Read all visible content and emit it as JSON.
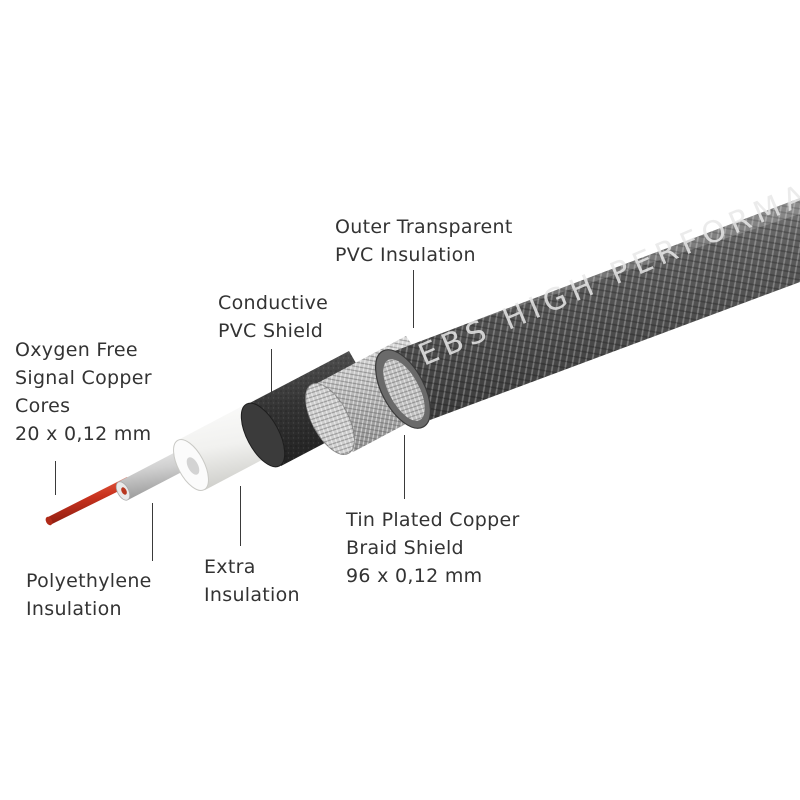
{
  "labels": {
    "outer_jacket": {
      "lines": [
        "Outer Transparent",
        "PVC Insulation"
      ]
    },
    "conductive_shield": {
      "lines": [
        "Conductive",
        "PVC Shield"
      ]
    },
    "signal_core": {
      "lines": [
        "Oxygen Free",
        "Signal Copper",
        "Cores",
        "20 x 0,12 mm"
      ]
    },
    "braid_shield": {
      "lines": [
        "Tin Plated Copper",
        "Braid Shield",
        "96 x 0,12 mm"
      ]
    },
    "extra_insulation": {
      "lines": [
        "Extra",
        "Insulation"
      ]
    },
    "polyethylene": {
      "lines": [
        "Polyethylene",
        "Insulation"
      ]
    }
  },
  "cable_print": "EBS HIGH PERFORMANCE",
  "colors": {
    "jacket": "#5a5a5a",
    "braid": "#b9b9b9",
    "conductive": "#333333",
    "extra_insulation": "#f4f4f2",
    "polyethylene": "#d6d6d6",
    "copper": "#c8321e"
  }
}
